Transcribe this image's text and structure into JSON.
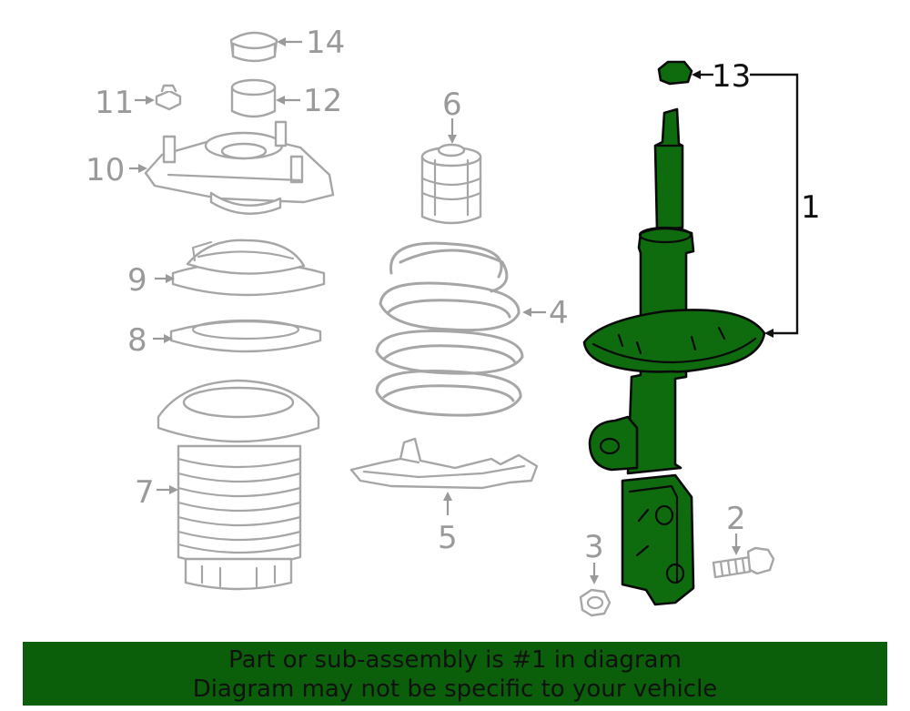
{
  "callouts": {
    "c1": "1",
    "c2": "2",
    "c3": "3",
    "c4": "4",
    "c5": "5",
    "c6": "6",
    "c7": "7",
    "c8": "8",
    "c9": "9",
    "c10": "10",
    "c11": "11",
    "c12": "12",
    "c13": "13",
    "c14": "14"
  },
  "banner": {
    "line1": "Part or sub-assembly is #1 in diagram",
    "line2": "Diagram may not be specific to your vehicle"
  },
  "colors": {
    "highlight": "#0e6b0e",
    "banner": "#0b5f0b",
    "outline": "#a6a6a6"
  }
}
